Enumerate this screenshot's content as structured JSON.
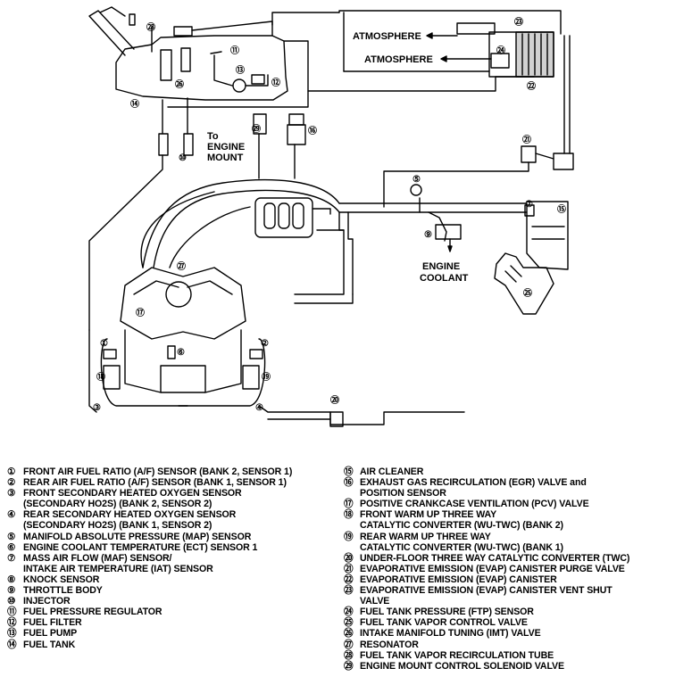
{
  "labels": {
    "atmosphere_1": "ATMOSPHERE",
    "atmosphere_2": "ATMOSPHERE",
    "to_engine_mount": [
      "To",
      "ENGINE",
      "MOUNT"
    ],
    "engine_coolant": [
      "ENGINE",
      "COOLANT"
    ]
  },
  "callouts": [
    "①",
    "②",
    "③",
    "④",
    "⑤",
    "⑥",
    "⑦",
    "⑨",
    "⑩",
    "⑪",
    "⑫",
    "⑬",
    "⑭",
    "⑮",
    "⑯",
    "⑰",
    "⑱",
    "⑲",
    "⑳",
    "㉑",
    "㉒",
    "㉓",
    "㉔",
    "㉕",
    "㉖",
    "㉗",
    "㉘",
    "㉙"
  ],
  "legend_left": [
    {
      "num": "①",
      "lines": [
        "FRONT AIR FUEL RATIO (A/F) SENSOR (BANK 2, SENSOR 1)"
      ]
    },
    {
      "num": "②",
      "lines": [
        "REAR AIR FUEL RATIO (A/F) SENSOR (BANK 1, SENSOR 1)"
      ]
    },
    {
      "num": "③",
      "lines": [
        "FRONT SECONDARY HEATED OXYGEN SENSOR",
        "(SECONDARY HO2S) (BANK 2, SENSOR 2)"
      ]
    },
    {
      "num": "④",
      "lines": [
        "REAR SECONDARY HEATED OXYGEN SENSOR",
        "(SECONDARY HO2S) (BANK 1, SENSOR 2)"
      ]
    },
    {
      "num": "⑤",
      "lines": [
        "MANIFOLD ABSOLUTE PRESSURE (MAP) SENSOR"
      ]
    },
    {
      "num": "⑥",
      "lines": [
        "ENGINE COOLANT TEMPERATURE (ECT) SENSOR 1"
      ]
    },
    {
      "num": "⑦",
      "lines": [
        "MASS AIR FLOW (MAF) SENSOR/",
        "INTAKE AIR TEMPERATURE (IAT) SENSOR"
      ]
    },
    {
      "num": "⑧",
      "lines": [
        "KNOCK SENSOR"
      ]
    },
    {
      "num": "⑨",
      "lines": [
        "THROTTLE BODY"
      ]
    },
    {
      "num": "⑩",
      "lines": [
        "INJECTOR"
      ]
    },
    {
      "num": "⑪",
      "lines": [
        "FUEL PRESSURE REGULATOR"
      ]
    },
    {
      "num": "⑫",
      "lines": [
        "FUEL FILTER"
      ]
    },
    {
      "num": "⑬",
      "lines": [
        "FUEL PUMP"
      ]
    },
    {
      "num": "⑭",
      "lines": [
        "FUEL TANK"
      ]
    }
  ],
  "legend_right": [
    {
      "num": "⑮",
      "lines": [
        "AIR CLEANER"
      ]
    },
    {
      "num": "⑯",
      "lines": [
        "EXHAUST GAS RECIRCULATION (EGR) VALVE and",
        "POSITION SENSOR"
      ]
    },
    {
      "num": "⑰",
      "lines": [
        "POSITIVE CRANKCASE VENTILATION (PCV) VALVE"
      ]
    },
    {
      "num": "⑱",
      "lines": [
        "FRONT WARM UP THREE WAY",
        "CATALYTIC CONVERTER (WU-TWC) (BANK 2)"
      ]
    },
    {
      "num": "⑲",
      "lines": [
        "REAR WARM UP THREE WAY",
        "CATALYTIC CONVERTER (WU-TWC) (BANK 1)"
      ]
    },
    {
      "num": "⑳",
      "lines": [
        "UNDER-FLOOR THREE WAY CATALYTIC CONVERTER (TWC)"
      ]
    },
    {
      "num": "㉑",
      "lines": [
        "EVAPORATIVE EMISSION (EVAP) CANISTER PURGE VALVE"
      ]
    },
    {
      "num": "㉒",
      "lines": [
        "EVAPORATIVE EMISSION (EVAP) CANISTER"
      ]
    },
    {
      "num": "㉓",
      "lines": [
        "EVAPORATIVE EMISSION (EVAP) CANISTER VENT SHUT",
        "VALVE"
      ]
    },
    {
      "num": "㉔",
      "lines": [
        "FUEL TANK PRESSURE (FTP) SENSOR"
      ]
    },
    {
      "num": "㉕",
      "lines": [
        "FUEL TANK VAPOR CONTROL VALVE"
      ]
    },
    {
      "num": "㉖",
      "lines": [
        "INTAKE MANIFOLD TUNING (IMT) VALVE"
      ]
    },
    {
      "num": "㉗",
      "lines": [
        "RESONATOR"
      ]
    },
    {
      "num": "㉘",
      "lines": [
        "FUEL TANK VAPOR RECIRCULATION TUBE"
      ]
    },
    {
      "num": "㉙",
      "lines": [
        "ENGINE MOUNT CONTROL SOLENOID VALVE"
      ]
    }
  ]
}
